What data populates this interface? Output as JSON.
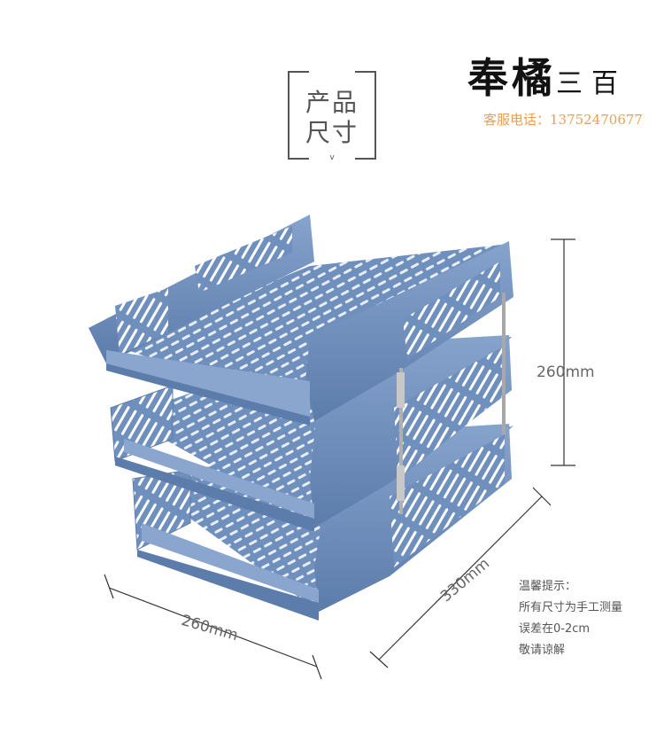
{
  "title": {
    "line1": "产品",
    "line2": "尺寸"
  },
  "brand": {
    "name_main": "奉橘",
    "name_tail": "三百",
    "service": "客服电话：13752470677"
  },
  "dimensions": {
    "height": "260mm",
    "width": "260mm",
    "depth": "330mm"
  },
  "note": {
    "heading": "温馨提示：",
    "lines": [
      "所有尺寸为手工测量",
      "误差在0-2cm",
      "敬请谅解"
    ]
  },
  "colors": {
    "tray": "#6f8fbd",
    "tray_dark": "#4f6f9d",
    "tray_light": "#8aa6cf",
    "accent": "#e8a055"
  }
}
